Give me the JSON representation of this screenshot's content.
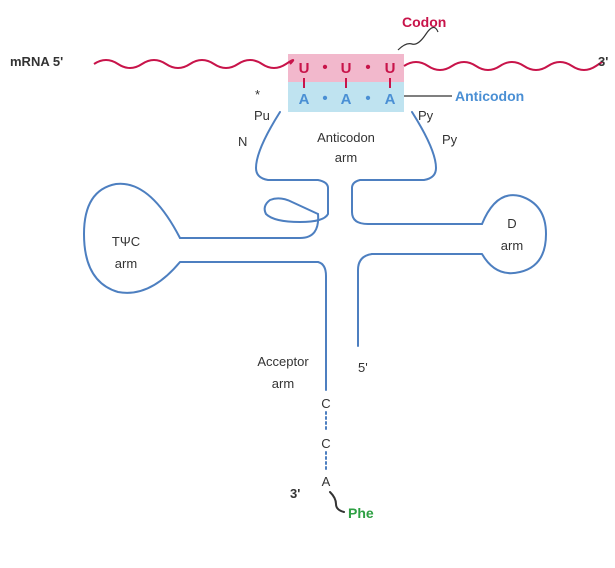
{
  "colors": {
    "codon": "#c8144a",
    "codon_box": "#f2b8cc",
    "anticodon": "#4a8fd4",
    "anticodon_box": "#bfe3f0",
    "trna_line": "#4d7fc0",
    "mrna_line": "#c8144a",
    "phe": "#2ea043",
    "text": "#333333"
  },
  "labels": {
    "codon_title": "Codon",
    "anticodon_title": "Anticodon",
    "mrna": "mRNA 5'",
    "mrna_3prime": "3'",
    "anticodon_arm_1": "Anticodon",
    "anticodon_arm_2": "arm",
    "tpsic_arm_1": "TΨC",
    "tpsic_arm_2": "arm",
    "d_arm_1": "D",
    "d_arm_2": "arm",
    "acceptor_arm_1": "Acceptor",
    "acceptor_arm_2": "arm",
    "five_prime": "5'",
    "three_prime": "3'",
    "phe": "Phe",
    "pu": "Pu",
    "py_1": "Py",
    "py_2": "Py",
    "n": "N",
    "star": "*"
  },
  "codon": [
    "U",
    "U",
    "U"
  ],
  "anticodon": [
    "A",
    "A",
    "A"
  ],
  "acceptor_bases": [
    "C",
    "C",
    "A"
  ]
}
